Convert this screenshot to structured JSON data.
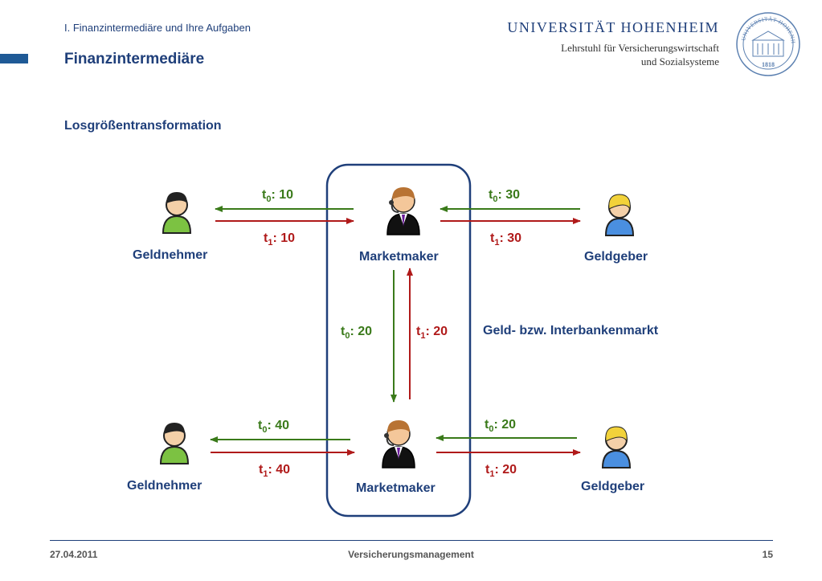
{
  "header": {
    "chapter": "I. Finanzintermediäre und Ihre Aufgaben",
    "title": "Finanzintermediäre",
    "university": "UNIVERSITÄT HOHENHEIM",
    "chair_line1": "Lehrstuhl für Versicherungswirtschaft",
    "chair_line2": "und Sozialsysteme",
    "seal_text": "UNIVERSITÄT HOHENHEIM",
    "seal_year": "1818"
  },
  "subtitle": "Losgrößentransformation",
  "top": {
    "borrower": "Geldnehmer",
    "market_maker": "Marketmaker",
    "lender": "Geldgeber",
    "left_t0": {
      "t": "t",
      "sub": "0",
      "value": ": 10"
    },
    "left_t1": {
      "t": "t",
      "sub": "1",
      "value": ": 10"
    },
    "right_t0": {
      "t": "t",
      "sub": "0",
      "value": ": 30"
    },
    "right_t1": {
      "t": "t",
      "sub": "1",
      "value": ": 30"
    }
  },
  "middle": {
    "down_t0": {
      "t": "t",
      "sub": "0",
      "value": ": 20"
    },
    "up_t1": {
      "t": "t",
      "sub": "1",
      "value": ": 20"
    },
    "market_label": "Geld- bzw. Interbankenmarkt"
  },
  "bottom": {
    "borrower": "Geldnehmer",
    "market_maker": "Marketmaker",
    "lender": "Geldgeber",
    "left_t0": {
      "t": "t",
      "sub": "0",
      "value": ": 40"
    },
    "left_t1": {
      "t": "t",
      "sub": "1",
      "value": ": 40"
    },
    "right_t0": {
      "t": "t",
      "sub": "0",
      "value": ": 20"
    },
    "right_t1": {
      "t": "t",
      "sub": "1",
      "value": ": 20"
    }
  },
  "footer": {
    "date": "27.04.2011",
    "course": "Versicherungsmanagement",
    "page": "15"
  },
  "colors": {
    "navy": "#1f3f7a",
    "green": "#3a7a1a",
    "red": "#b01a1a"
  }
}
